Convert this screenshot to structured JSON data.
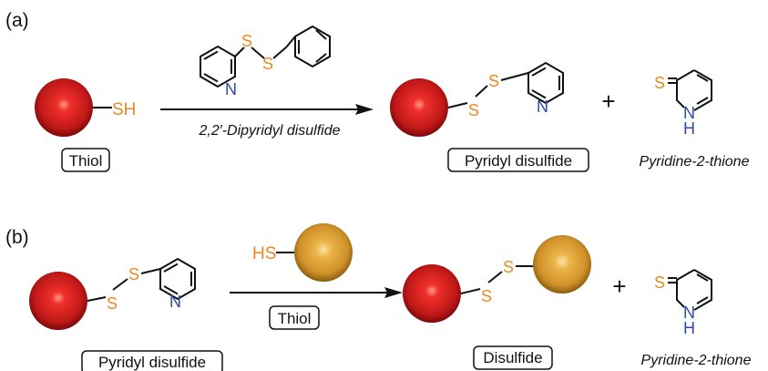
{
  "panels": [
    {
      "tag": "(a)",
      "reactant_label": "Thiol",
      "reactant_group": "SH",
      "reagent_name": "2,2′-Dipyridyl disulfide",
      "reagent_atoms": {
        "s1": "S",
        "s2": "S",
        "n": "N"
      },
      "product_label": "Pyridyl disulfide",
      "product_atoms": {
        "s1": "S",
        "s2": "S",
        "n": "N"
      },
      "plus": "+",
      "byproduct_name": "Pyridine-2-thione",
      "byproduct_atoms": {
        "s": "S",
        "n": "N",
        "h": "H"
      }
    },
    {
      "tag": "(b)",
      "reactant_label": "Pyridyl disulfide",
      "reactant_atoms": {
        "s1": "S",
        "s2": "S",
        "n": "N"
      },
      "reagent_group": "HS",
      "reagent_label": "Thiol",
      "product_label": "Disulfide",
      "product_atoms": {
        "s1": "S",
        "s2": "S"
      },
      "plus": "+",
      "byproduct_name": "Pyridine-2-thione",
      "byproduct_atoms": {
        "s": "S",
        "n": "N",
        "h": "H"
      }
    }
  ],
  "colors": {
    "sulfur": "#e8891e",
    "nitrogen": "#2f49a8",
    "red_bead": "#c01818",
    "gold_bead": "#d49a2c",
    "bond": "#111111"
  }
}
